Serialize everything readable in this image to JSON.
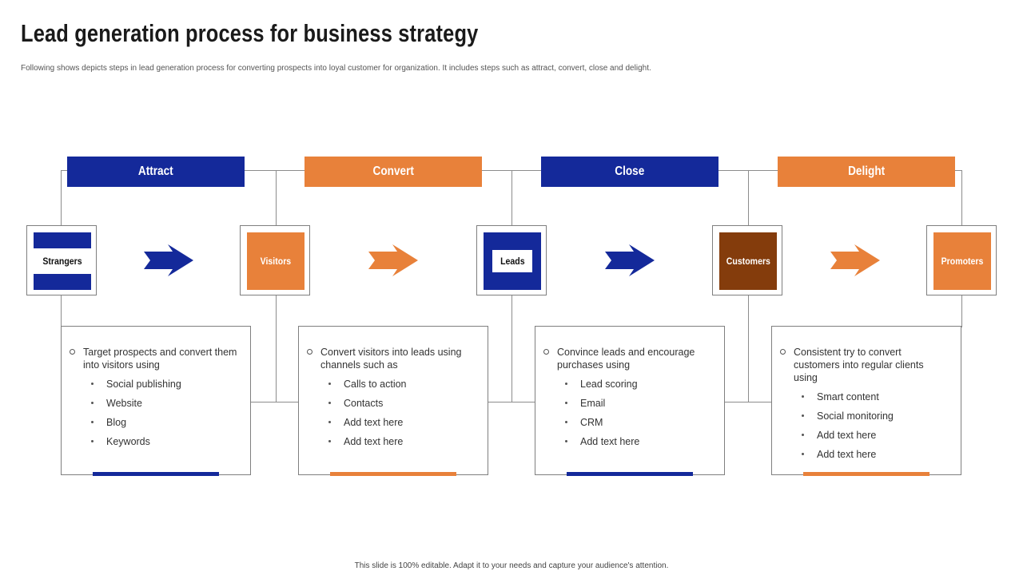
{
  "title": "Lead generation process for business strategy",
  "subtitle": "Following shows depicts steps in lead generation process for converting prospects into loyal customer for organization. It includes steps such as attract, convert, close and delight.",
  "footer": "This slide is 100% editable. Adapt it to your needs and capture your audience's attention.",
  "colors": {
    "blue": "#14299a",
    "orange": "#e8813a",
    "brown": "#843c0c",
    "line": "#8c8c8c"
  },
  "steps": [
    {
      "label": "Attract",
      "color": "blue"
    },
    {
      "label": "Convert",
      "color": "orange"
    },
    {
      "label": "Close",
      "color": "blue"
    },
    {
      "label": "Delight",
      "color": "orange"
    }
  ],
  "nodes": [
    {
      "label": "Strangers",
      "color": "blue"
    },
    {
      "label": "Visitors",
      "color": "orange"
    },
    {
      "label": "Leads",
      "color": "blue"
    },
    {
      "label": "Customers",
      "color": "brown"
    },
    {
      "label": "Promoters",
      "color": "orange"
    }
  ],
  "arrows": [
    {
      "icon": "arrow-right-icon",
      "color": "blue"
    },
    {
      "icon": "arrow-right-icon",
      "color": "orange"
    },
    {
      "icon": "arrow-right-icon",
      "color": "blue"
    },
    {
      "icon": "arrow-right-icon",
      "color": "orange"
    }
  ],
  "cards": [
    {
      "main": "Target prospects and convert them into visitors using",
      "items": [
        "Social publishing",
        "Website",
        "Blog",
        "Keywords"
      ],
      "color": "blue"
    },
    {
      "main": "Convert visitors into leads using channels such as",
      "items": [
        "Calls to action",
        "Contacts",
        "Add text here",
        "Add text here"
      ],
      "color": "orange"
    },
    {
      "main": "Convince leads and encourage purchases using",
      "items": [
        "Lead scoring",
        "Email",
        "CRM",
        "Add text here"
      ],
      "color": "blue"
    },
    {
      "main": "Consistent try to convert customers into regular clients using",
      "items": [
        "Smart content",
        "Social monitoring",
        "Add text here",
        "Add text here"
      ],
      "color": "orange"
    }
  ]
}
